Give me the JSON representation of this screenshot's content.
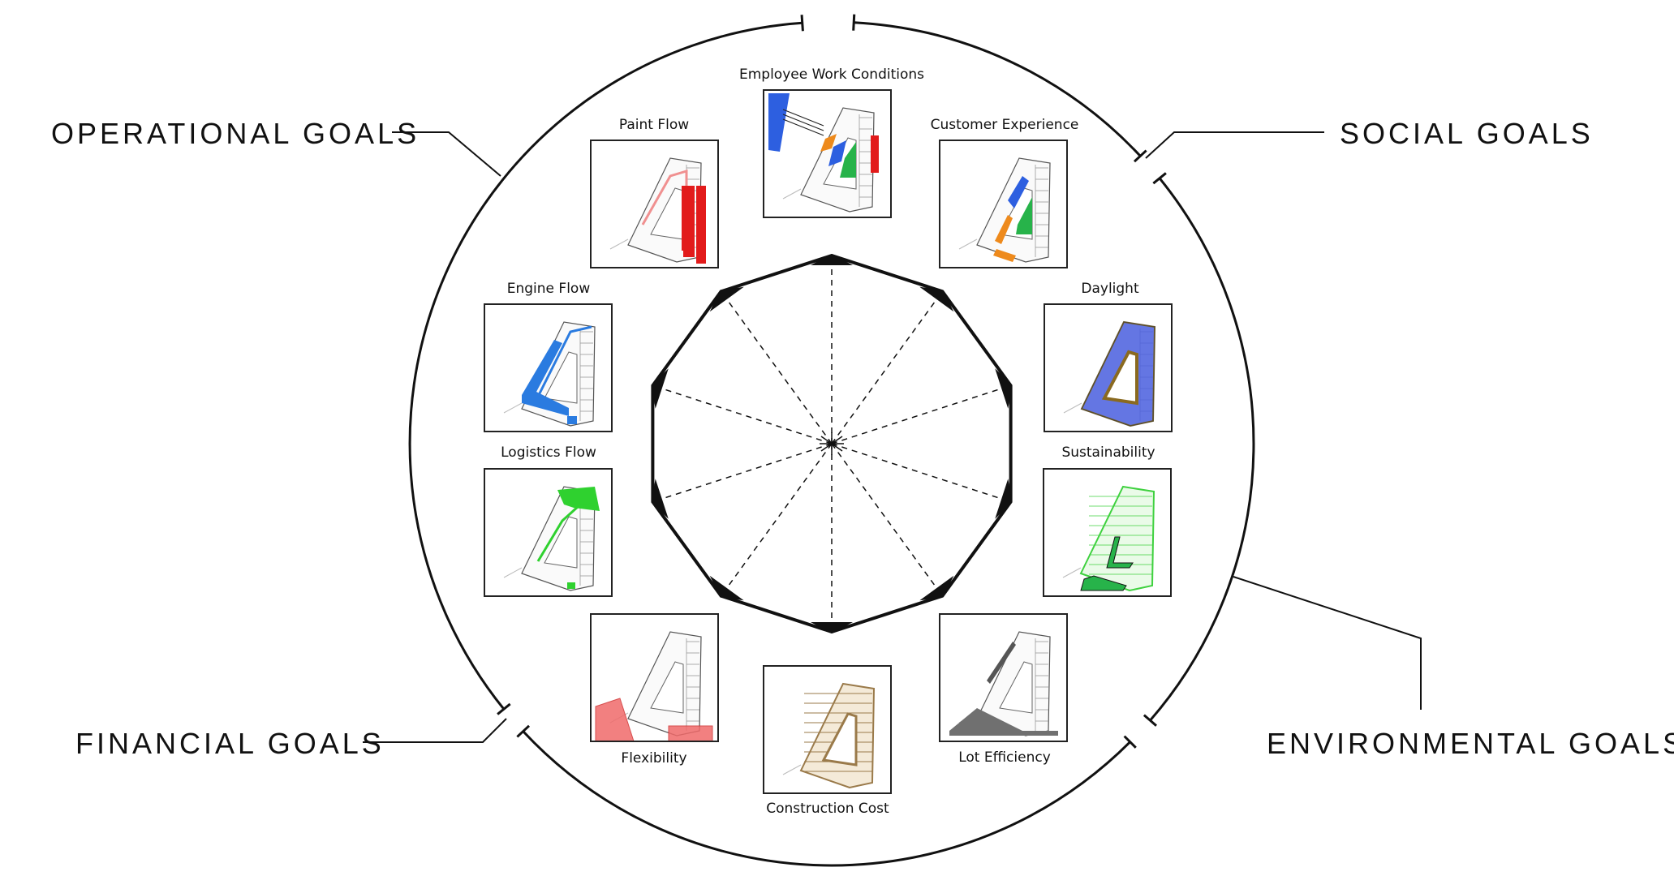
{
  "goals": {
    "operational": "OPERATIONAL GOALS",
    "social": "SOCIAL GOALS",
    "financial": "FINANCIAL GOALS",
    "environmental": "ENVIRONMENTAL GOALS"
  },
  "criteria": [
    {
      "label": "Employee Work Conditions",
      "accent": "#2d5fe0",
      "icon": "employee-work-conditions-floorplan-icon"
    },
    {
      "label": "Customer Experience",
      "accent": "#27b34a",
      "icon": "customer-experience-floorplan-icon"
    },
    {
      "label": "Daylight",
      "accent": "#4a5fe0",
      "icon": "daylight-floorplan-icon"
    },
    {
      "label": "Sustainability",
      "accent": "#3fd13f",
      "icon": "sustainability-floorplan-icon"
    },
    {
      "label": "Lot Efficiency",
      "accent": "#707070",
      "icon": "lot-efficiency-floorplan-icon"
    },
    {
      "label": "Construction Cost",
      "accent": "#9a7a4a",
      "icon": "construction-cost-floorplan-icon"
    },
    {
      "label": "Flexibility",
      "accent": "#f06a6a",
      "icon": "flexibility-floorplan-icon"
    },
    {
      "label": "Logistics Flow",
      "accent": "#2fd12f",
      "icon": "logistics-flow-floorplan-icon"
    },
    {
      "label": "Engine Flow",
      "accent": "#2a7be0",
      "icon": "engine-flow-floorplan-icon"
    },
    {
      "label": "Paint Flow",
      "accent": "#e21b1b",
      "icon": "paint-flow-floorplan-icon"
    }
  ],
  "colors": {
    "line": "#111111",
    "orange": "#ee8a1c",
    "red": "#e21b1b",
    "blue": "#2d5fe0",
    "green": "#27b34a"
  }
}
